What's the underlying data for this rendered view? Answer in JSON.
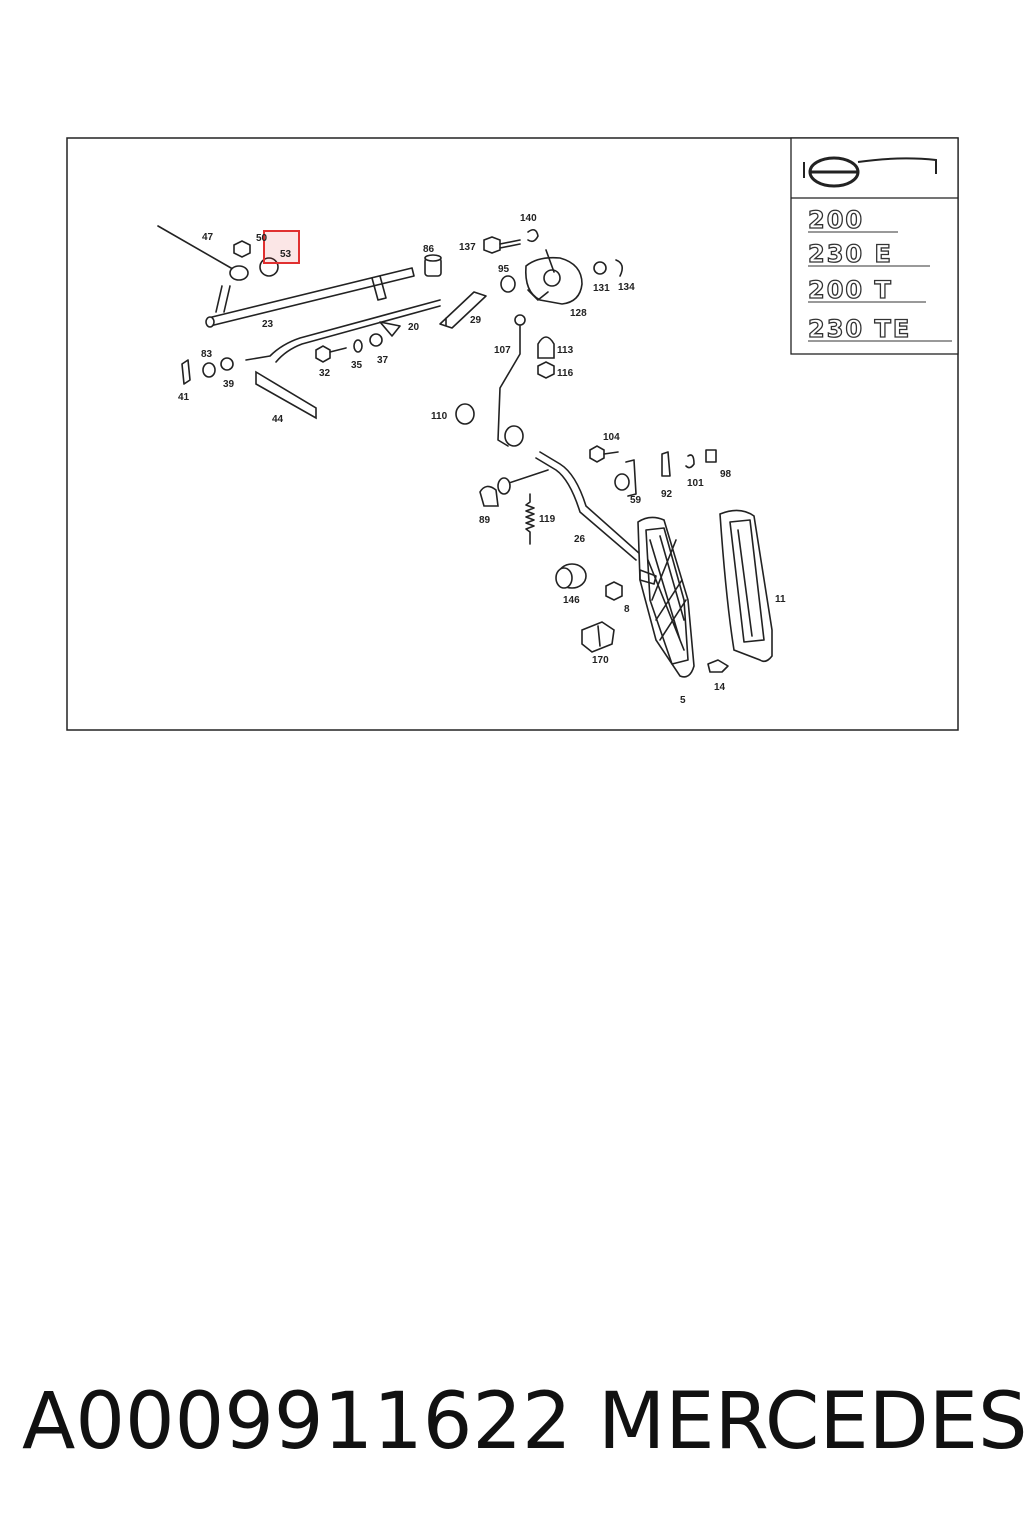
{
  "diagram": {
    "labels": [
      "47",
      "50",
      "53",
      "86",
      "137",
      "140",
      "95",
      "131",
      "134",
      "128",
      "29",
      "23",
      "20",
      "83",
      "39",
      "41",
      "32",
      "35",
      "37",
      "44",
      "107",
      "113",
      "116",
      "110",
      "104",
      "59",
      "92",
      "101",
      "98",
      "89",
      "119",
      "26",
      "146",
      "8",
      "170",
      "5",
      "11",
      "14"
    ],
    "highlighted_part": "53",
    "highlight_color": "#e03030",
    "model_badges": [
      "200",
      "230 E",
      "200 T",
      "230 TE"
    ],
    "badge_icon": "steering-wheel-icon"
  },
  "caption": {
    "part_number": "A0009911622",
    "brand": "MERCEDES"
  }
}
